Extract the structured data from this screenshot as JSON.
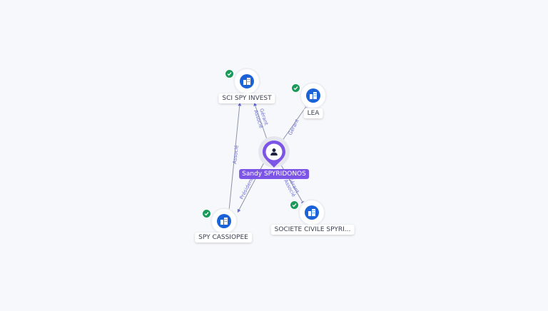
{
  "center_person": {
    "name": "Sandy SPYRIDONOS",
    "icon": "person-icon",
    "color": "#7c55e6"
  },
  "companies": [
    {
      "id": "sci",
      "label": "SCI SPY INVEST",
      "icon": "building-icon",
      "status": "check-icon"
    },
    {
      "id": "lea",
      "label": "LEA",
      "icon": "building-icon",
      "status": "check-icon"
    },
    {
      "id": "cassiopee",
      "label": "SPY CASSIOPEE",
      "icon": "building-icon",
      "status": "check-icon"
    },
    {
      "id": "societe",
      "label": "SOCIETE CIVILE SPYRI...",
      "icon": "building-icon",
      "status": "check-icon"
    }
  ],
  "relations": [
    {
      "from": "center",
      "to": "sci",
      "labels": [
        "Gérant",
        "Associé"
      ]
    },
    {
      "from": "center",
      "to": "lea",
      "labels": [
        "Gérant"
      ]
    },
    {
      "from": "center",
      "to": "cassiopee",
      "labels": [
        "Président"
      ]
    },
    {
      "from": "center",
      "to": "societe",
      "labels": [
        "Gérant",
        "Associé"
      ]
    },
    {
      "from": "cassiopee",
      "to": "sci",
      "labels": [
        "Associé"
      ]
    }
  ],
  "colors": {
    "background": "#f7f8fb",
    "company_icon": "#1c63d8",
    "status_ok": "#1b9a5a",
    "edge_label": "#6c6fd6"
  }
}
